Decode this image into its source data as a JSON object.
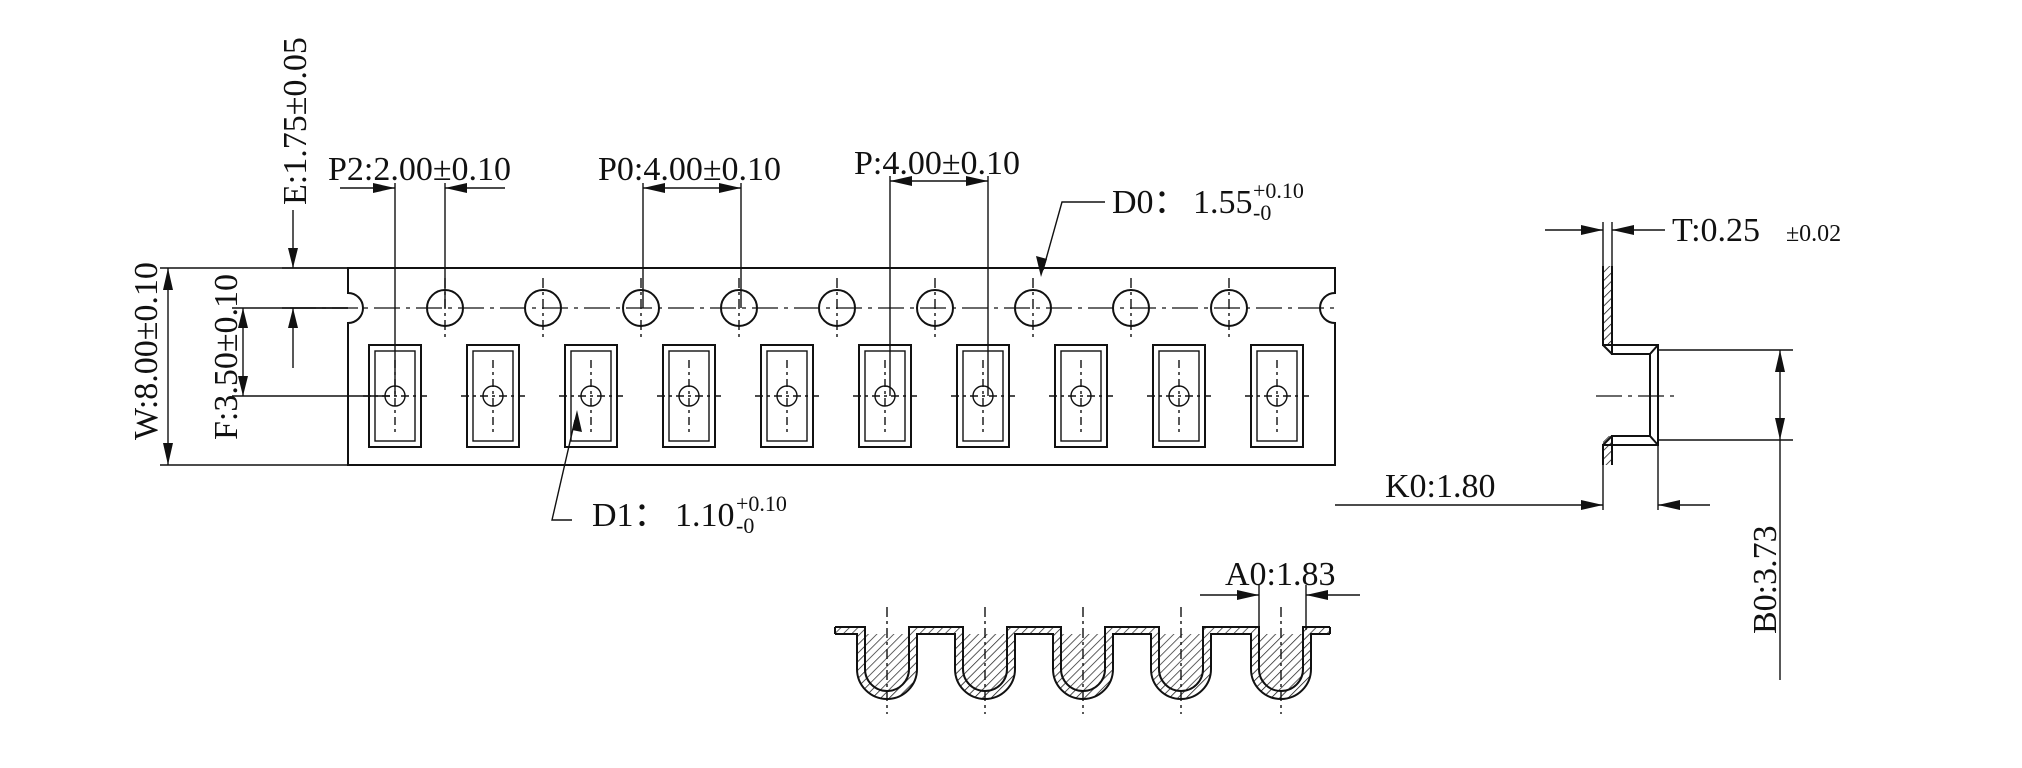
{
  "dimensions": {
    "e": "E:1.75±0.05",
    "w": "W:8.00±0.10",
    "f": "F:3.50±0.10",
    "p2": "P2:2.00±0.10",
    "p0": "P0:4.00±0.10",
    "p": "P:4.00±0.10",
    "d0_label": "D0：",
    "d0_value": "1.55",
    "d0_tol_upper": "+0.10",
    "d0_tol_lower": "-0",
    "d1_label": "D1：",
    "d1_value": "1.10",
    "d1_tol_upper": "+0.10",
    "d1_tol_lower": "-0",
    "t_label": "T:0.25",
    "t_tol": "±0.02",
    "k0": "K0:1.80",
    "a0": "A0:1.83",
    "b0": "B0:3.73"
  },
  "colors": {
    "line": "#111111",
    "background": "#ffffff"
  }
}
